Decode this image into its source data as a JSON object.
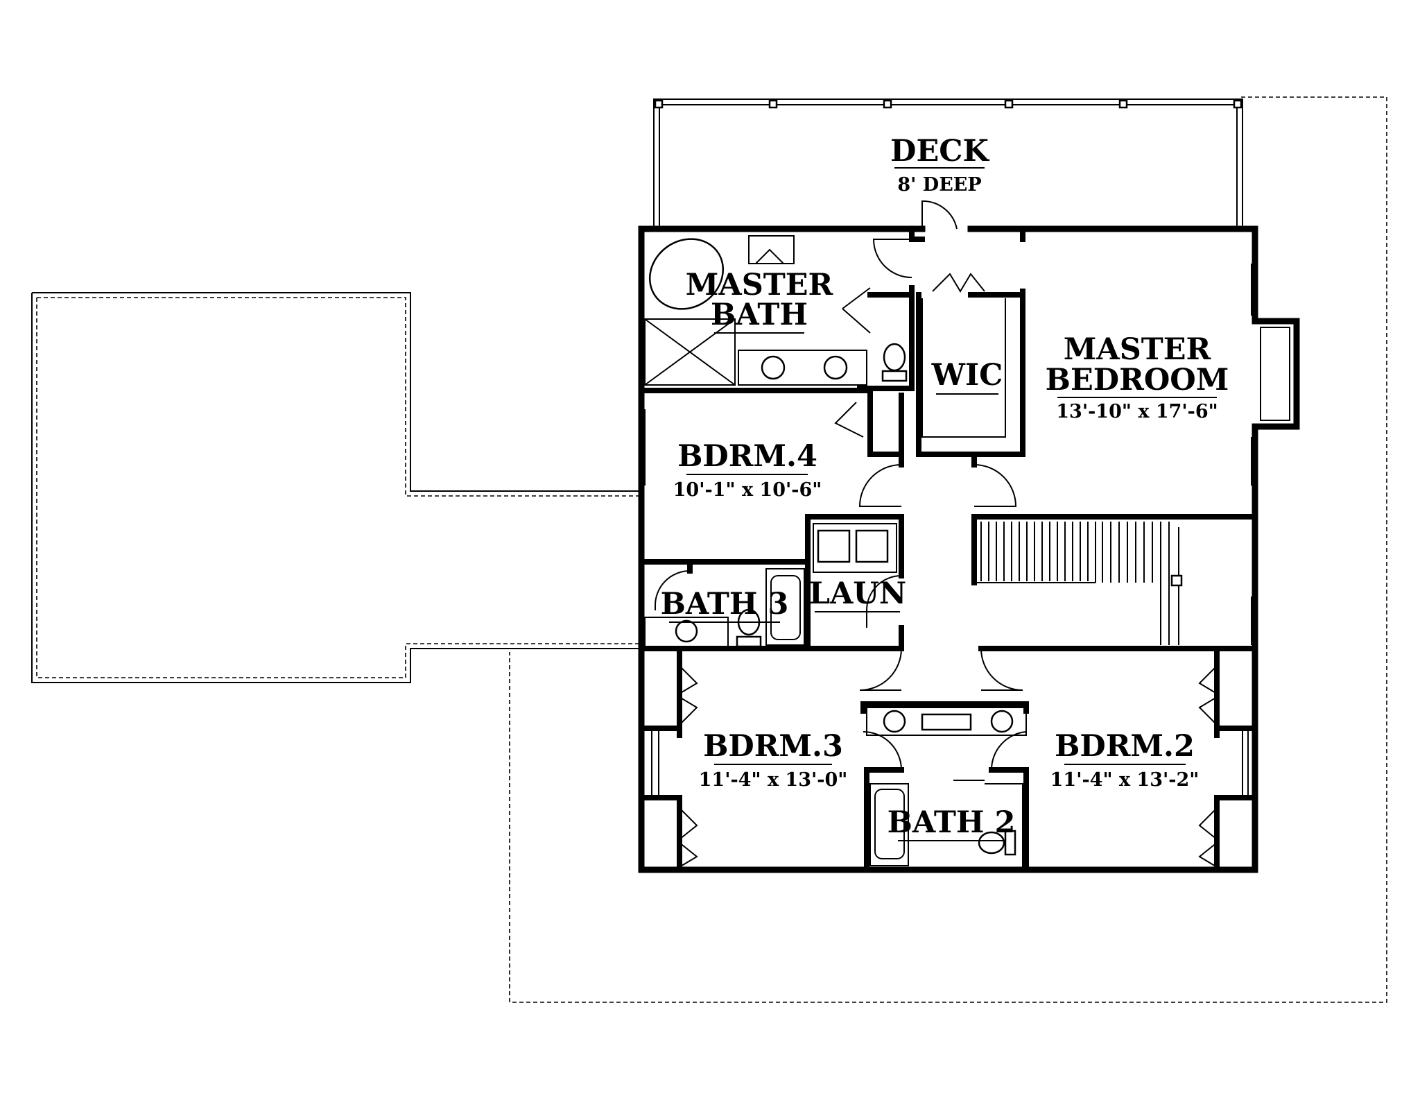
{
  "rooms": {
    "deck": {
      "name": "DECK",
      "size": "8' DEEP"
    },
    "master_bath": {
      "line1": "MASTER",
      "line2": "BATH"
    },
    "wic": {
      "name": "WIC"
    },
    "master_bedroom": {
      "line1": "MASTER",
      "line2": "BEDROOM",
      "size": "13'-10\" x 17'-6\""
    },
    "bdrm4": {
      "name": "BDRM.4",
      "size": "10'-1\" x 10'-6\""
    },
    "bath3": {
      "name": "BATH 3"
    },
    "laun": {
      "name": "LAUN"
    },
    "bdrm3": {
      "name": "BDRM.3",
      "size": "11'-4\" x 13'-0\""
    },
    "bdrm2": {
      "name": "BDRM.2",
      "size": "11'-4\" x 13'-2\""
    },
    "bath2": {
      "name": "BATH 2"
    }
  }
}
